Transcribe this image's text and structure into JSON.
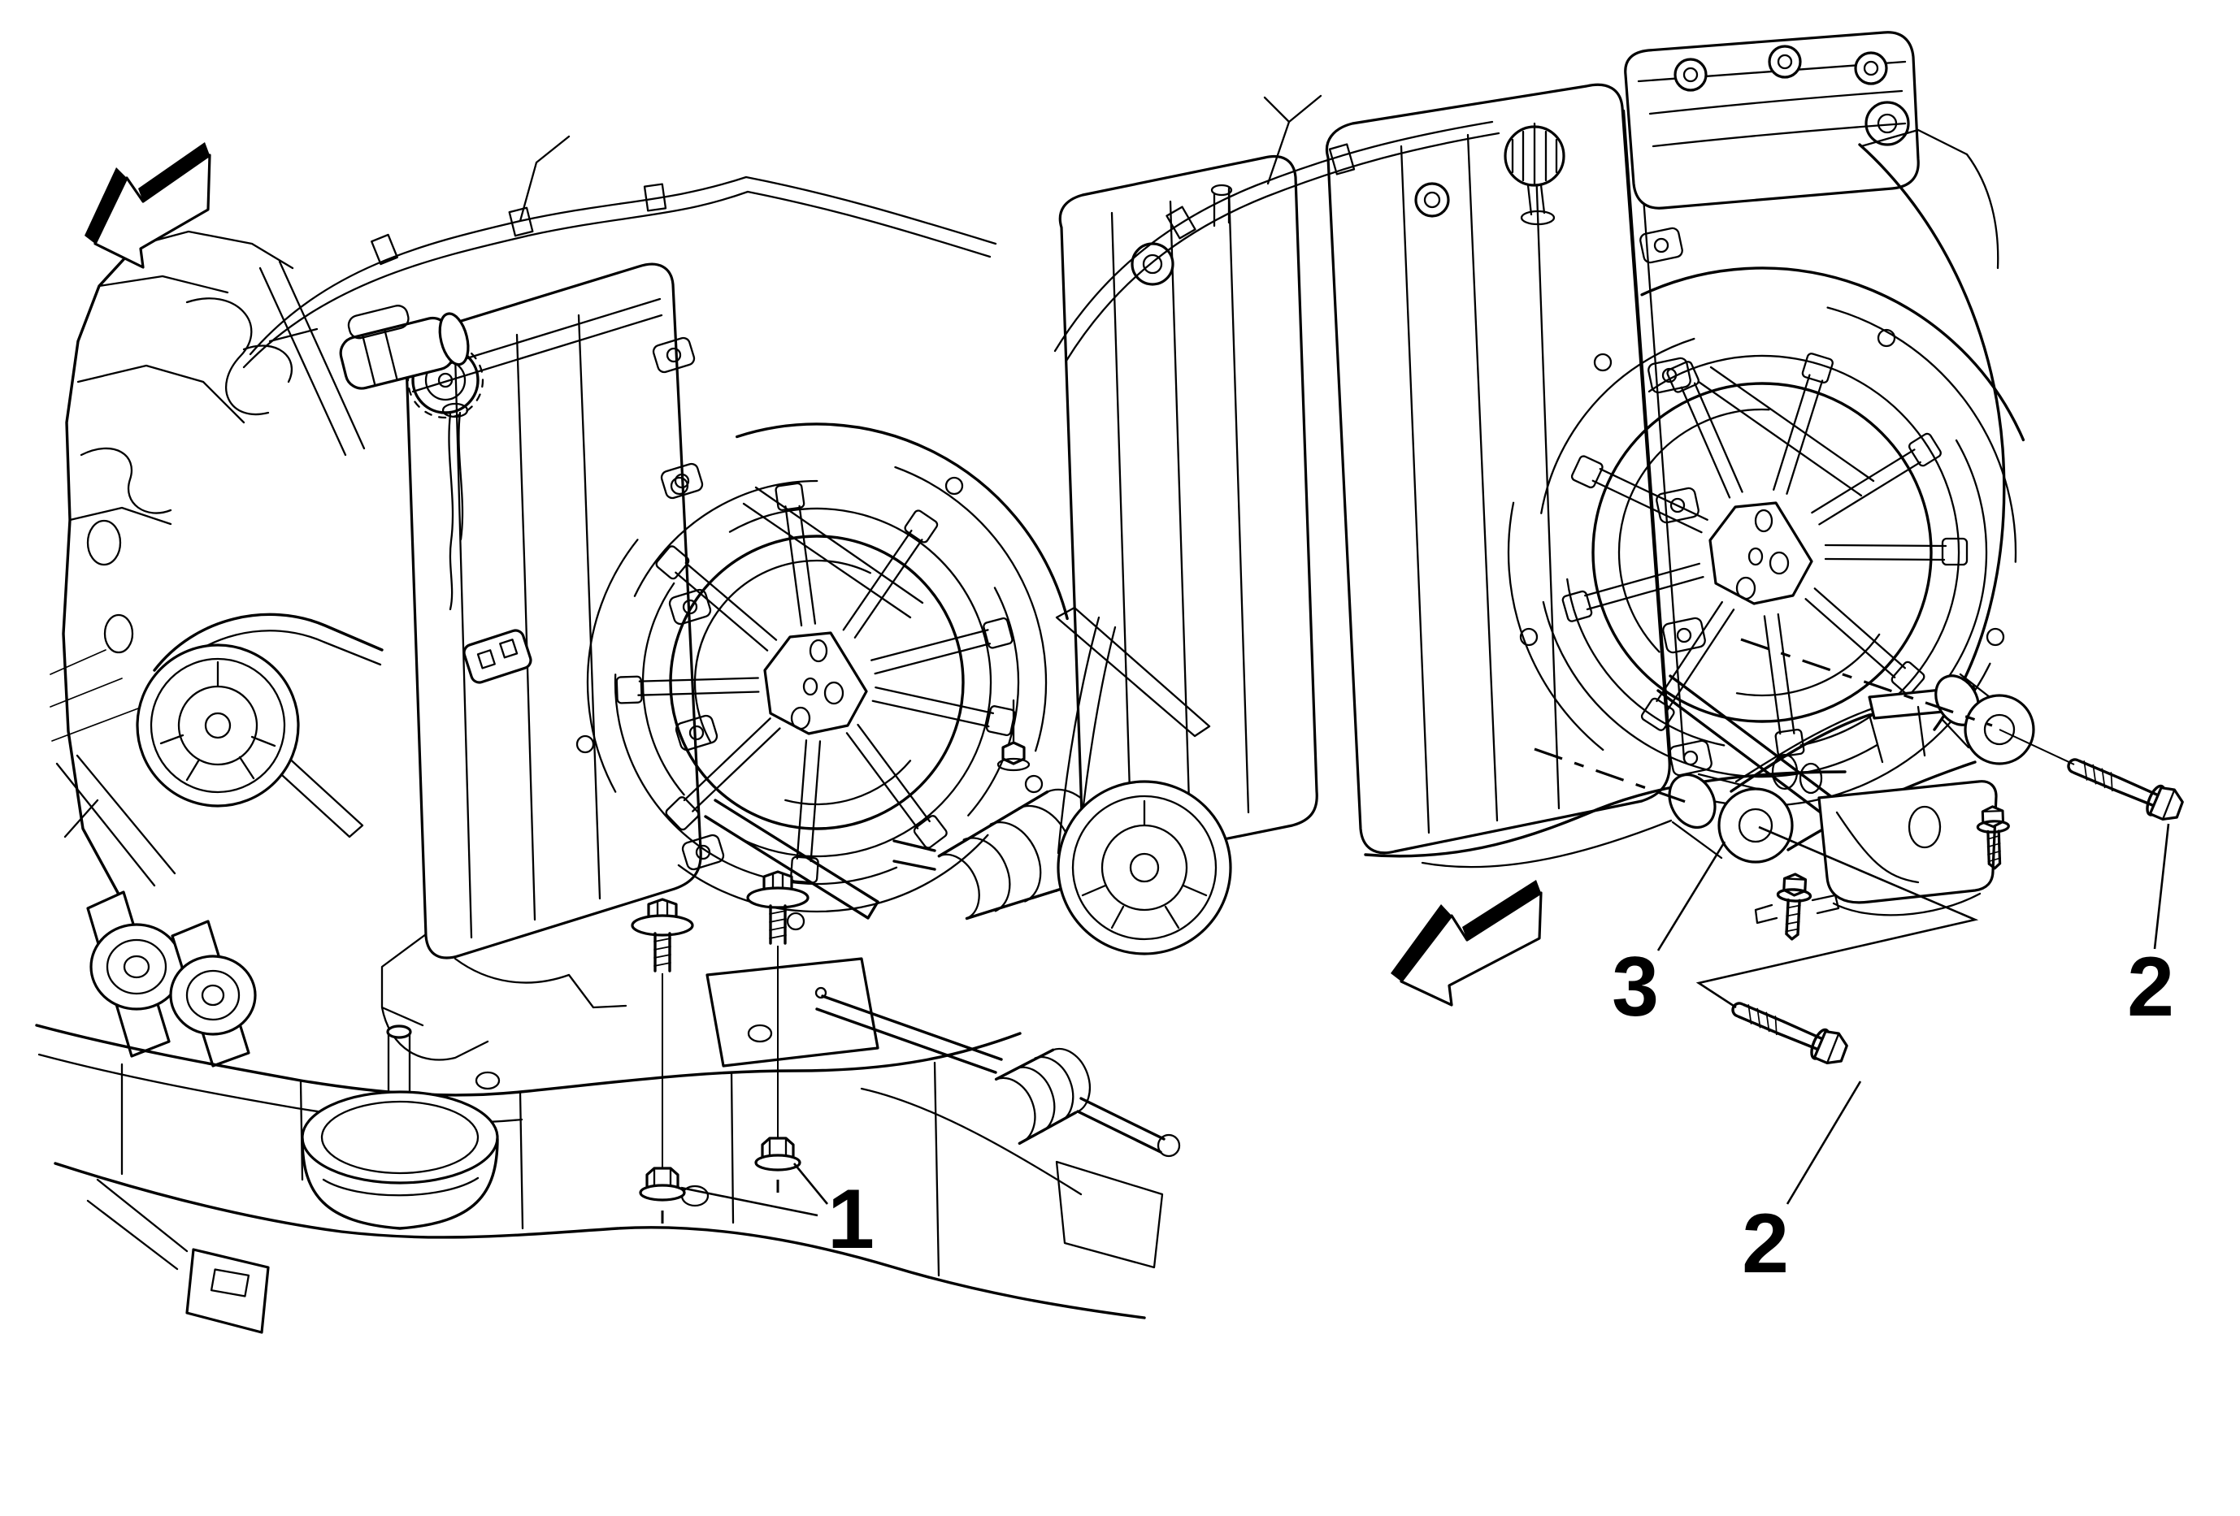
{
  "figure": {
    "type": "technical-illustration",
    "background_color": "#ffffff",
    "line_color": "#000000",
    "views": [
      {
        "name": "engine-transaxle-on-subframe",
        "position": "left"
      },
      {
        "name": "transaxle-with-mount-exploded",
        "position": "right"
      }
    ]
  },
  "callouts": [
    {
      "label": "1",
      "points_to": "mount-to-subframe-nuts"
    },
    {
      "label": "2",
      "points_to": "mount-bracket-bolt-right"
    },
    {
      "label": "2",
      "points_to": "mount-bracket-bolt-lower"
    },
    {
      "label": "3",
      "points_to": "transmission-mount-bracket"
    }
  ],
  "icons": [
    {
      "name": "view-direction-arrow-top-left"
    },
    {
      "name": "view-direction-arrow-center"
    }
  ]
}
